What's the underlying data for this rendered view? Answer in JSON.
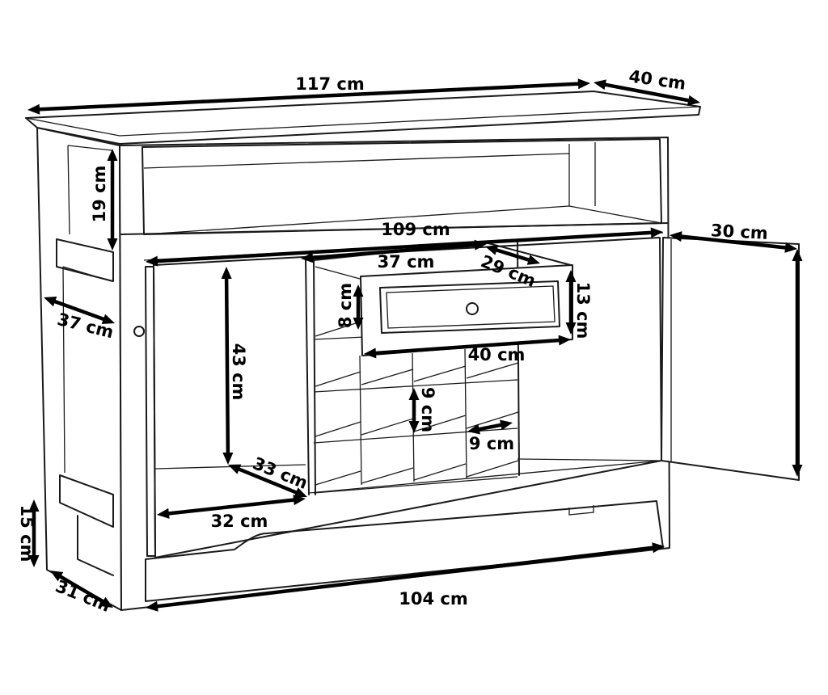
{
  "diagram": {
    "colors": {
      "line": "#1a1a1a",
      "dimension": "#000000",
      "background": "#ffffff"
    },
    "dimensions": {
      "overall_width": "117 cm",
      "overall_depth": "40 cm",
      "top_shelf_height": "19 cm",
      "inner_width": "109 cm",
      "door_width": "30 cm",
      "side_depth": "37 cm",
      "drawer_width": "37 cm",
      "drawer_depth": "29 cm",
      "drawer_front_height": "8 cm",
      "drawer_height": "13 cm",
      "drawer_front_width": "40 cm",
      "compartment_height": "43 cm",
      "wine_cell_height": "9 cm",
      "wine_cell_width": "9 cm",
      "compartment_depth": "33 cm",
      "compartment_width": "32 cm",
      "leg_height": "15 cm",
      "base_depth": "31 cm",
      "base_width": "104 cm"
    }
  }
}
